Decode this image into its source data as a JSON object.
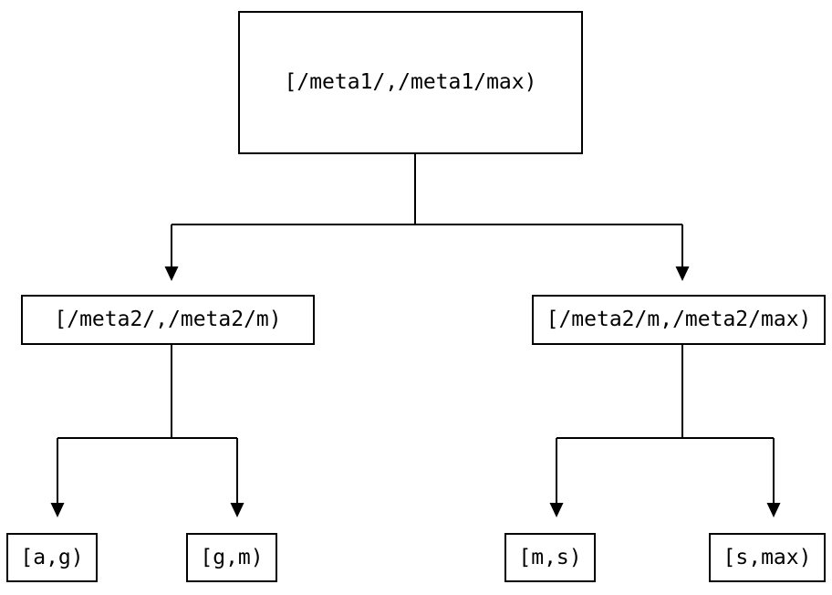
{
  "colors": {
    "background": "#ffffff",
    "line": "#000000",
    "text": "#000000",
    "node_border": "#000000",
    "node_fill": "#ffffff"
  },
  "nodes": {
    "root": {
      "label": "[/meta1/,/meta1/max)"
    },
    "meta2_low": {
      "label": "[/meta2/,/meta2/m)"
    },
    "meta2_high": {
      "label": "[/meta2/m,/meta2/max)"
    },
    "leaf_ag": {
      "label": "[a,g)"
    },
    "leaf_gm": {
      "label": "[g,m)"
    },
    "leaf_ms": {
      "label": "[m,s)"
    },
    "leaf_smax": {
      "label": "[s,max)"
    }
  },
  "edges": [
    {
      "from": "root",
      "to": "meta2_low",
      "arrow": "true"
    },
    {
      "from": "root",
      "to": "meta2_high",
      "arrow": "true"
    },
    {
      "from": "meta2_low",
      "to": "leaf_ag",
      "arrow": "true"
    },
    {
      "from": "meta2_low",
      "to": "leaf_gm",
      "arrow": "true"
    },
    {
      "from": "meta2_high",
      "to": "leaf_ms",
      "arrow": "true"
    },
    {
      "from": "meta2_high",
      "to": "leaf_smax",
      "arrow": "true"
    }
  ]
}
